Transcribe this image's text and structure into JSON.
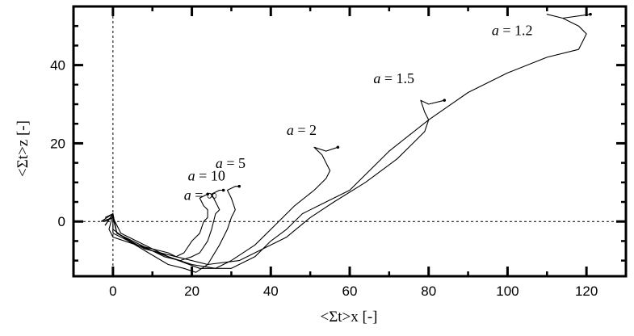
{
  "chart_data": {
    "type": "line",
    "xlabel": "<Σt>x [-]",
    "ylabel": "<Σt>z [-]",
    "xlim": [
      -10,
      130
    ],
    "ylim": [
      -14,
      55
    ],
    "x_ticks": [
      0,
      20,
      40,
      60,
      80,
      100,
      120
    ],
    "y_ticks": [
      0,
      20,
      40
    ],
    "x_tick_labels": [
      "0",
      "20",
      "40",
      "60",
      "80",
      "100",
      "120"
    ],
    "y_tick_labels": [
      "0",
      "20",
      "40"
    ],
    "grid": false,
    "legend": "none",
    "reference_lines": [
      {
        "orientation": "vertical",
        "value": 0,
        "style": "dashed"
      },
      {
        "orientation": "horizontal",
        "value": 0,
        "style": "dashed"
      }
    ],
    "annotations": [
      {
        "text": "a = ∞",
        "x": 18,
        "y": 5.5
      },
      {
        "text": "a = 10",
        "x": 19,
        "y": 10.5
      },
      {
        "text": "a = 5",
        "x": 26,
        "y": 13.7
      },
      {
        "text": "a = 2",
        "x": 44,
        "y": 22.2
      },
      {
        "text": "a = 1.5",
        "x": 66,
        "y": 35.4
      },
      {
        "text": "a = 1.2",
        "x": 96,
        "y": 47.7
      }
    ],
    "series": [
      {
        "values": [
          [
            -2,
            -1
          ],
          [
            0,
            2
          ],
          [
            -1,
            -2
          ],
          [
            0,
            -4
          ],
          [
            6,
            -6
          ],
          [
            10,
            -7
          ],
          [
            14,
            -8
          ],
          [
            16,
            -9
          ],
          [
            18,
            -8
          ],
          [
            20,
            -5
          ],
          [
            22,
            -3
          ],
          [
            23,
            0
          ],
          [
            24,
            1
          ],
          [
            24,
            3
          ],
          [
            23,
            4
          ],
          [
            22,
            6
          ],
          [
            24,
            7
          ]
        ]
      },
      {
        "values": [
          [
            -3,
            0
          ],
          [
            0,
            1
          ],
          [
            1,
            -3
          ],
          [
            5,
            -5
          ],
          [
            9,
            -7
          ],
          [
            13,
            -9
          ],
          [
            17,
            -10
          ],
          [
            20,
            -9
          ],
          [
            22,
            -8
          ],
          [
            24,
            -5
          ],
          [
            25,
            -2
          ],
          [
            26,
            2
          ],
          [
            27,
            3
          ],
          [
            26,
            5
          ],
          [
            25,
            7
          ],
          [
            27,
            8
          ],
          [
            28,
            8
          ]
        ]
      },
      {
        "values": [
          [
            -2,
            1
          ],
          [
            0,
            2
          ],
          [
            0,
            -2
          ],
          [
            4,
            -5
          ],
          [
            9,
            -8
          ],
          [
            14,
            -11
          ],
          [
            18,
            -12
          ],
          [
            21,
            -13
          ],
          [
            24,
            -11
          ],
          [
            27,
            -6
          ],
          [
            29,
            -2
          ],
          [
            30,
            1
          ],
          [
            31,
            3
          ],
          [
            30,
            6
          ],
          [
            29,
            8
          ],
          [
            31,
            9
          ],
          [
            32,
            9
          ]
        ]
      },
      {
        "values": [
          [
            -2,
            0
          ],
          [
            0,
            1
          ],
          [
            2,
            -3
          ],
          [
            8,
            -6
          ],
          [
            14,
            -9
          ],
          [
            20,
            -11
          ],
          [
            26,
            -12
          ],
          [
            30,
            -10
          ],
          [
            36,
            -6
          ],
          [
            41,
            -1
          ],
          [
            46,
            4
          ],
          [
            51,
            8
          ],
          [
            54,
            11
          ],
          [
            55,
            13
          ],
          [
            54,
            15
          ],
          [
            53,
            17
          ],
          [
            51,
            19
          ],
          [
            54,
            18
          ],
          [
            57,
            19
          ]
        ]
      },
      {
        "values": [
          [
            -2,
            -1
          ],
          [
            0,
            2
          ],
          [
            1,
            -3
          ],
          [
            8,
            -7
          ],
          [
            16,
            -9
          ],
          [
            24,
            -11
          ],
          [
            32,
            -10
          ],
          [
            38,
            -7
          ],
          [
            44,
            -4
          ],
          [
            50,
            1
          ],
          [
            56,
            5
          ],
          [
            64,
            10
          ],
          [
            72,
            16
          ],
          [
            77,
            21
          ],
          [
            79,
            23
          ],
          [
            80,
            26
          ],
          [
            79,
            28
          ],
          [
            78,
            31
          ],
          [
            80,
            30
          ],
          [
            84,
            31
          ]
        ]
      },
      {
        "values": [
          [
            -3,
            0
          ],
          [
            0,
            2
          ],
          [
            0,
            -3
          ],
          [
            6,
            -6
          ],
          [
            14,
            -9
          ],
          [
            22,
            -12
          ],
          [
            30,
            -12
          ],
          [
            36,
            -9
          ],
          [
            40,
            -5
          ],
          [
            44,
            -2
          ],
          [
            48,
            2
          ],
          [
            54,
            5
          ],
          [
            60,
            8
          ],
          [
            70,
            18
          ],
          [
            80,
            26
          ],
          [
            90,
            33
          ],
          [
            100,
            38
          ],
          [
            110,
            42
          ],
          [
            118,
            44
          ],
          [
            119,
            46
          ],
          [
            120,
            48
          ],
          [
            118,
            50
          ],
          [
            114,
            52
          ],
          [
            110,
            53
          ],
          [
            114,
            52
          ],
          [
            121,
            53
          ]
        ]
      }
    ]
  }
}
